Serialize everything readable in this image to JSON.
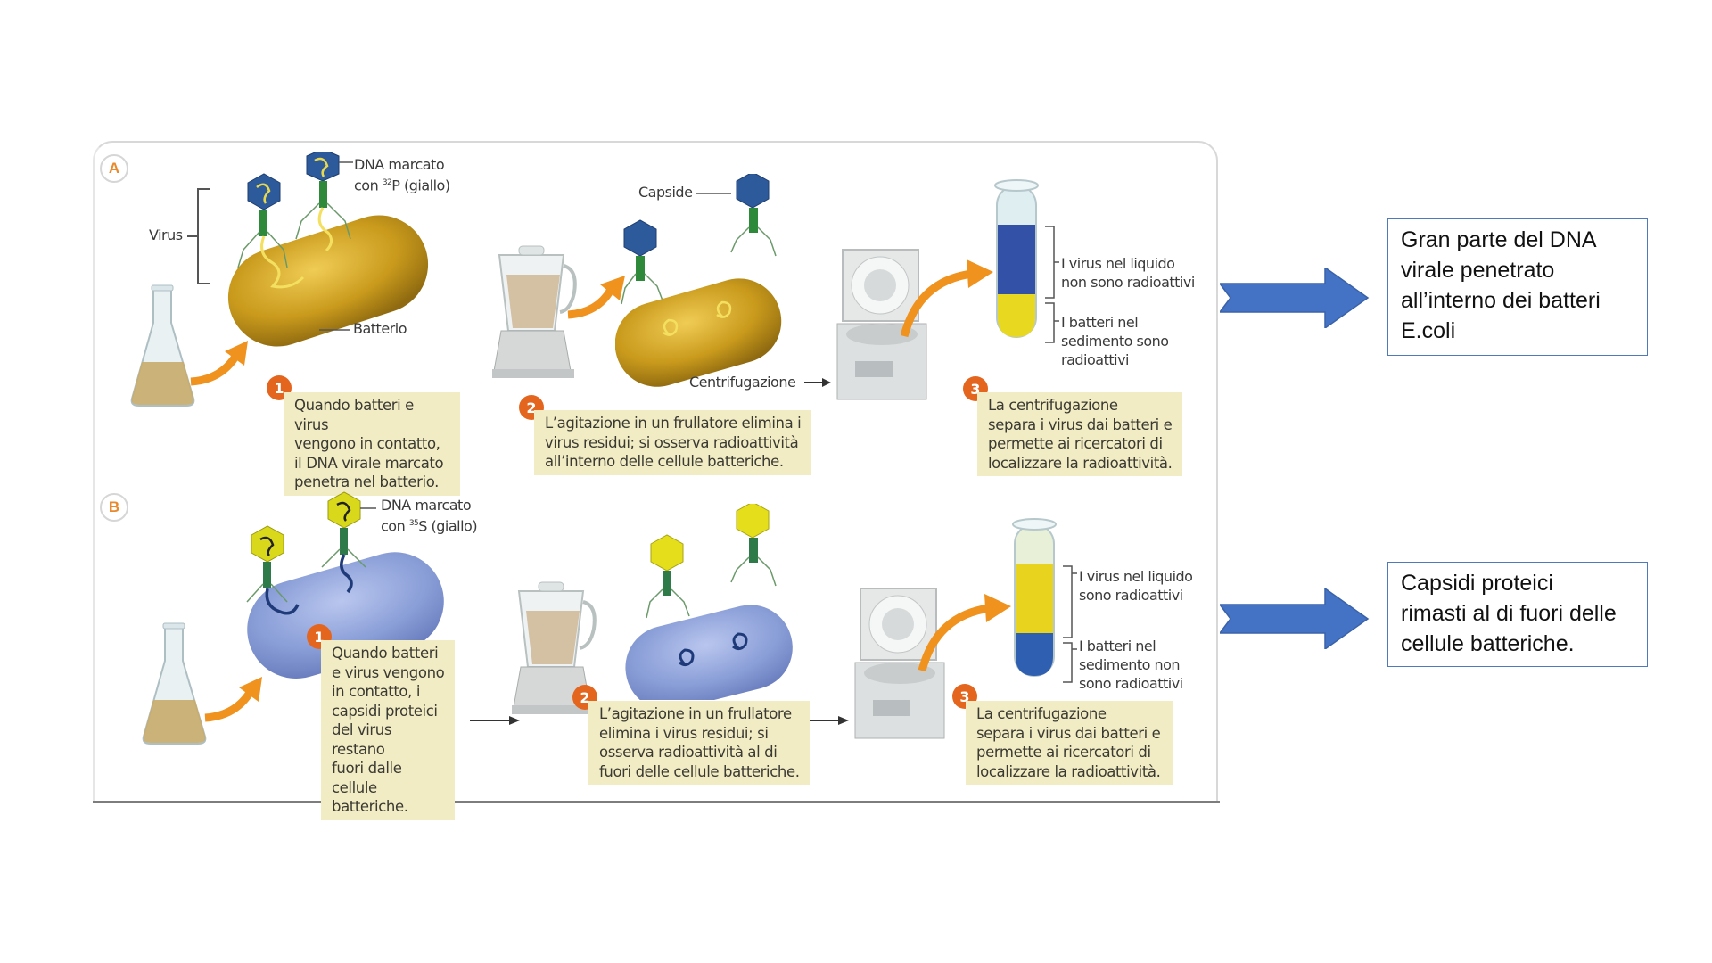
{
  "panels": [
    {
      "id": "A",
      "badge": "A",
      "labels": {
        "virus": "Virus",
        "dna_line1": "DNA marcato",
        "dna_line2_prefix": "con ",
        "dna_isotope_mass": "32",
        "dna_isotope_symbol": "P (giallo)",
        "batterio": "Batterio",
        "capside": "Capside",
        "centrifugazione": "Centrifugazione",
        "tube_top_line1": "I virus nel liquido",
        "tube_top_line2": "non sono radioattivi",
        "tube_bottom_line1": "I batteri nel",
        "tube_bottom_line2": "sedimento sono",
        "tube_bottom_line3": "radioattivi"
      },
      "steps": [
        {
          "number": "1",
          "lines": [
            "Quando batteri e virus",
            "vengono in contatto,",
            "il DNA virale marcato",
            "penetra nel batterio."
          ]
        },
        {
          "number": "2",
          "lines": [
            "L’agitazione in un frullatore elimina i",
            "virus residui; si osserva radioattività",
            "all’interno delle cellule batteriche."
          ]
        },
        {
          "number": "3",
          "lines": [
            "La centrifugazione",
            "separa i virus dai batteri e",
            "permette ai ricercatori di",
            "localizzare la radioattività."
          ]
        }
      ],
      "colors": {
        "bacterium": "#c99a1c",
        "capsid": "#2d5a9a",
        "tube_top": "#3451a8",
        "tube_bottom": "#e8d820"
      },
      "note": {
        "lines": [
          "Gran parte del DNA",
          "virale penetrato",
          "all’interno dei batteri",
          "E.coli"
        ]
      }
    },
    {
      "id": "B",
      "badge": "B",
      "labels": {
        "dna_line1": "DNA marcato",
        "dna_line2_prefix": "con ",
        "dna_isotope_mass": "35",
        "dna_isotope_symbol": "S (giallo)",
        "tube_top_line1": "I virus nel liquido",
        "tube_top_line2": "sono radioattivi",
        "tube_bottom_line1": "I batteri nel",
        "tube_bottom_line2": "sedimento non",
        "tube_bottom_line3": "sono radioattivi"
      },
      "steps": [
        {
          "number": "1",
          "lines": [
            "Quando batteri",
            "e virus vengono",
            "in contatto, i",
            "capsidi proteici",
            "del virus restano",
            "fuori dalle cellule",
            "batteriche."
          ]
        },
        {
          "number": "2",
          "lines": [
            "L’agitazione in un frullatore",
            "elimina i virus residui; si",
            "osserva radioattività al di",
            "fuori delle cellule batteriche."
          ]
        },
        {
          "number": "3",
          "lines": [
            "La centrifugazione",
            "separa i virus dai batteri e",
            "permette ai ricercatori di",
            "localizzare la radioattività."
          ]
        }
      ],
      "colors": {
        "bacterium": "#8b9fd8",
        "capsid": "#d9d81a",
        "tube_top": "#e8d41e",
        "tube_bottom": "#2f5fb0"
      },
      "note": {
        "lines": [
          "Capsidi proteici",
          "rimasti al di fuori delle",
          "cellule batteriche."
        ]
      }
    }
  ],
  "colors": {
    "arrow_fill": "#4472c4",
    "note_border": "#4f79b8",
    "caption_bg": "#f2ecc4",
    "step_badge": "#e4661e",
    "flow_arrow": "#f0921e"
  }
}
